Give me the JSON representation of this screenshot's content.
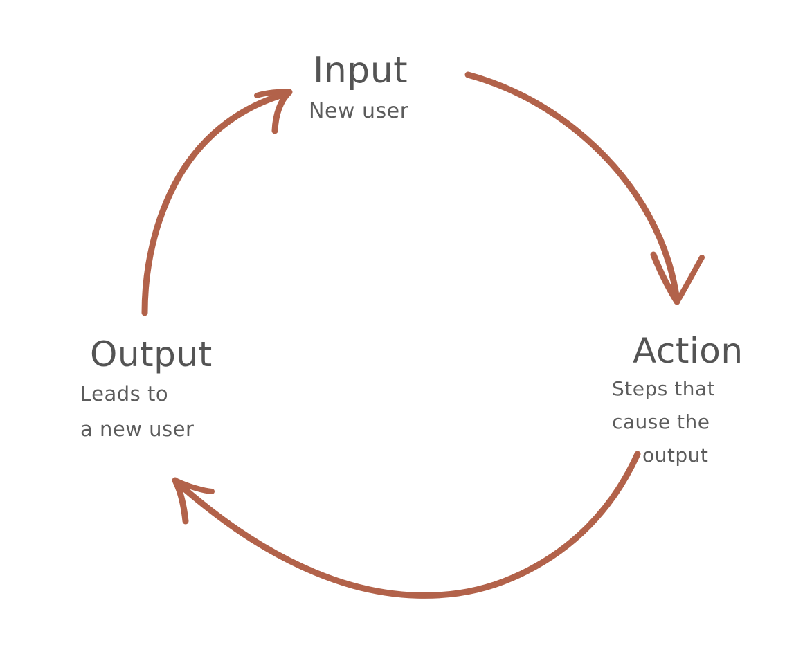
{
  "diagram": {
    "type": "cycle",
    "title": "Input / Action / Output feedback loop",
    "background_color": "#ffffff",
    "text_color": "#545454",
    "arrow_color": "#b2624a",
    "style": "hand-drawn"
  },
  "nodes": [
    {
      "id": "input",
      "title": "Input",
      "subtitle_lines": [
        "New user"
      ],
      "position": "top"
    },
    {
      "id": "action",
      "title": "Action",
      "subtitle_lines": [
        "Steps that",
        "cause the",
        "output"
      ],
      "position": "right"
    },
    {
      "id": "output",
      "title": "Output",
      "subtitle_lines": [
        "Leads to",
        "a new user"
      ],
      "position": "left"
    }
  ],
  "edges": [
    {
      "id": "input-to-action",
      "from": "Input",
      "to": "Action",
      "arrowhead": "chevron-down"
    },
    {
      "id": "action-to-output",
      "from": "Action",
      "to": "Output",
      "arrowhead": "chevron-up-left"
    },
    {
      "id": "output-to-input",
      "from": "Output",
      "to": "Input",
      "arrowhead": "chevron-up-right"
    }
  ]
}
